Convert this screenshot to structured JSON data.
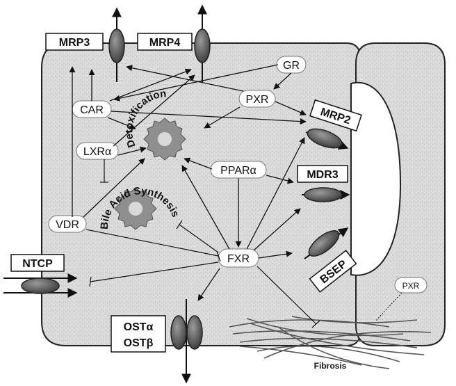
{
  "transporters": {
    "mrp3": "MRP3",
    "mrp4": "MRP4",
    "mrp2": "MRP2",
    "mdr3": "MDR3",
    "bsep": "BSEP",
    "ntcp": "NTCP",
    "ost_alpha": "OSTα",
    "ost_beta": "OSTβ"
  },
  "receptors": {
    "gr": "GR",
    "car": "CAR",
    "pxr": "PXR",
    "lxr": "LXRα",
    "ppar": "PPARα",
    "vdr": "VDR",
    "fxr": "FXR",
    "pxr_stellate": "PXR"
  },
  "processes": {
    "detoxification": "Detoxification",
    "bile_acid_synthesis": "Bile Acid Synthesis",
    "fibrosis": "Fibrosis"
  }
}
